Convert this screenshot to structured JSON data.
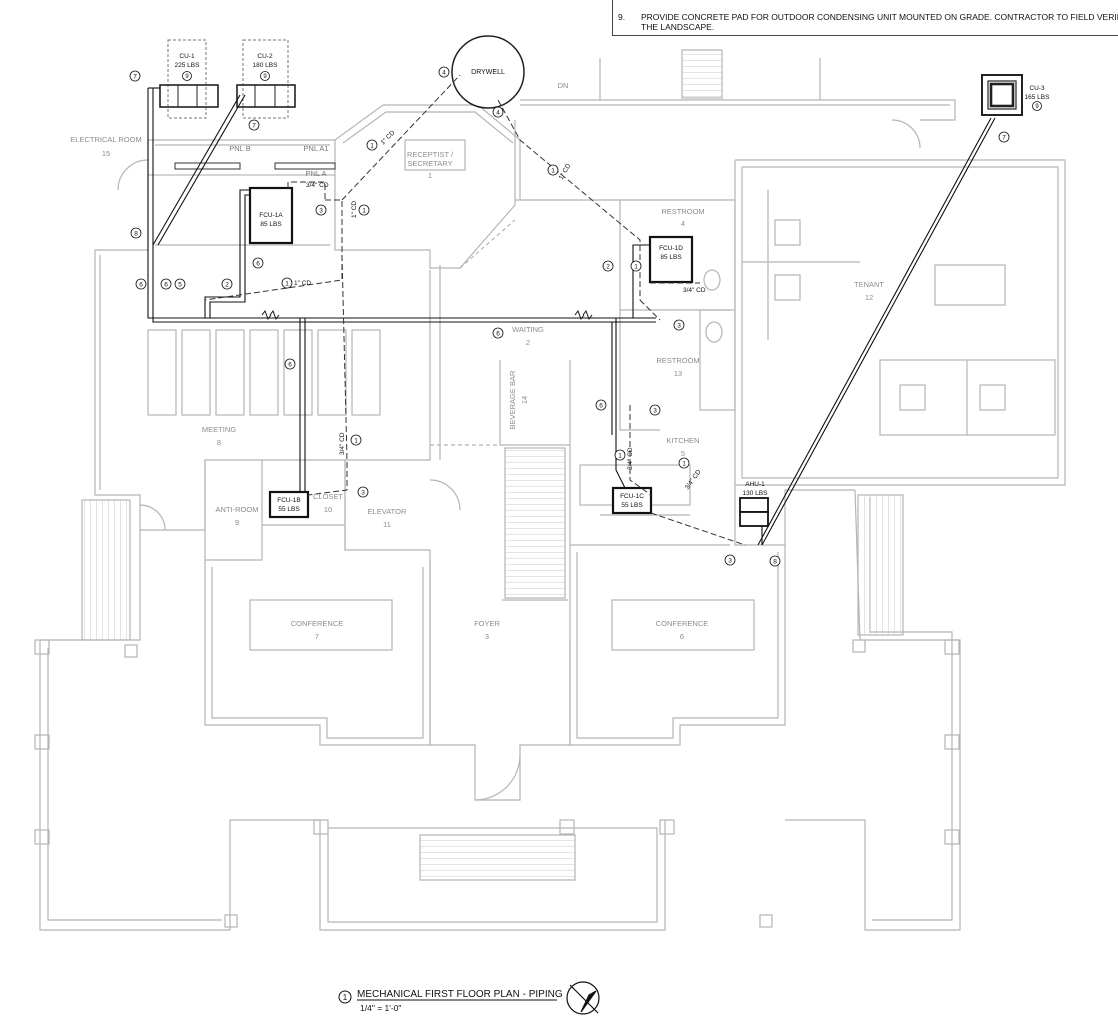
{
  "general_note": {
    "number": "9.",
    "line1": "PROVIDE CONCRETE PAD FOR OUTDOOR CONDENSING UNIT MOUNTED ON GRADE. CONTRACTOR TO FIELD VERIFY AND LO",
    "line2": "THE LANDSCAPE."
  },
  "rooms": {
    "electrical": {
      "name": "ELECTRICAL ROOM",
      "num": "15"
    },
    "receptionist": {
      "name1": "RECEPTIST /",
      "name2": "SECRETARY",
      "num": "1"
    },
    "restroom4": {
      "name": "RESTROOM",
      "num": "4"
    },
    "tenant": {
      "name": "TENANT",
      "num": "12"
    },
    "waiting": {
      "name": "WAITING",
      "num": "2"
    },
    "restroom13": {
      "name": "RESTROOM",
      "num": "13"
    },
    "beverage": {
      "name": "BEVERAGE BAR",
      "num": "14"
    },
    "meeting": {
      "name": "MEETING",
      "num": "8"
    },
    "kitchen": {
      "name": "KITCHEN",
      "num": "5"
    },
    "anteroom": {
      "name": "ANTI-ROOM",
      "num": "9"
    },
    "closet": {
      "name": "CLOSET",
      "num": "10"
    },
    "elevator": {
      "name": "ELEVATOR",
      "num": "11"
    },
    "conf7": {
      "name": "CONFERENCE",
      "num": "7"
    },
    "foyer": {
      "name": "FOYER",
      "num": "3"
    },
    "conf6": {
      "name": "CONFERENCE",
      "num": "6"
    }
  },
  "panels": {
    "pnl_b": "PNL B",
    "pnl_a1": "PNL A1",
    "pnl_a": "PNL A"
  },
  "equipment": {
    "cu1": {
      "name": "CU-1",
      "weight": "225 LBS",
      "note": "9"
    },
    "cu2": {
      "name": "CU-2",
      "weight": "180 LBS",
      "note": "9"
    },
    "cu3": {
      "name": "CU-3",
      "weight": "165 LBS",
      "note": "9"
    },
    "fcu1a": {
      "name": "FCU-1A",
      "weight": "85 LBS"
    },
    "fcu1d": {
      "name": "FCU-1D",
      "weight": "85 LBS"
    },
    "fcu1b": {
      "name": "FCU-1B",
      "weight": "55 LBS"
    },
    "fcu1c": {
      "name": "FCU-1C",
      "weight": "55 LBS"
    },
    "ahu1": {
      "name": "AHU-1",
      "weight": "130 LBS"
    },
    "drywell": "DRYWELL"
  },
  "pipe_labels": {
    "cd_1in": "1\" CD",
    "cd_34in": "3/4\" CD",
    "dn": "DN"
  },
  "keynotes": [
    "1",
    "2",
    "3",
    "4",
    "5",
    "6",
    "7",
    "8"
  ],
  "title_block": {
    "number": "1",
    "title": "MECHANICAL FIRST FLOOR PLAN - PIPING",
    "scale": "1/4\" = 1'-0\""
  },
  "colors": {
    "line_dark": "#111111",
    "line_light": "#b5b5b5",
    "room_text": "#8c8c8c"
  }
}
